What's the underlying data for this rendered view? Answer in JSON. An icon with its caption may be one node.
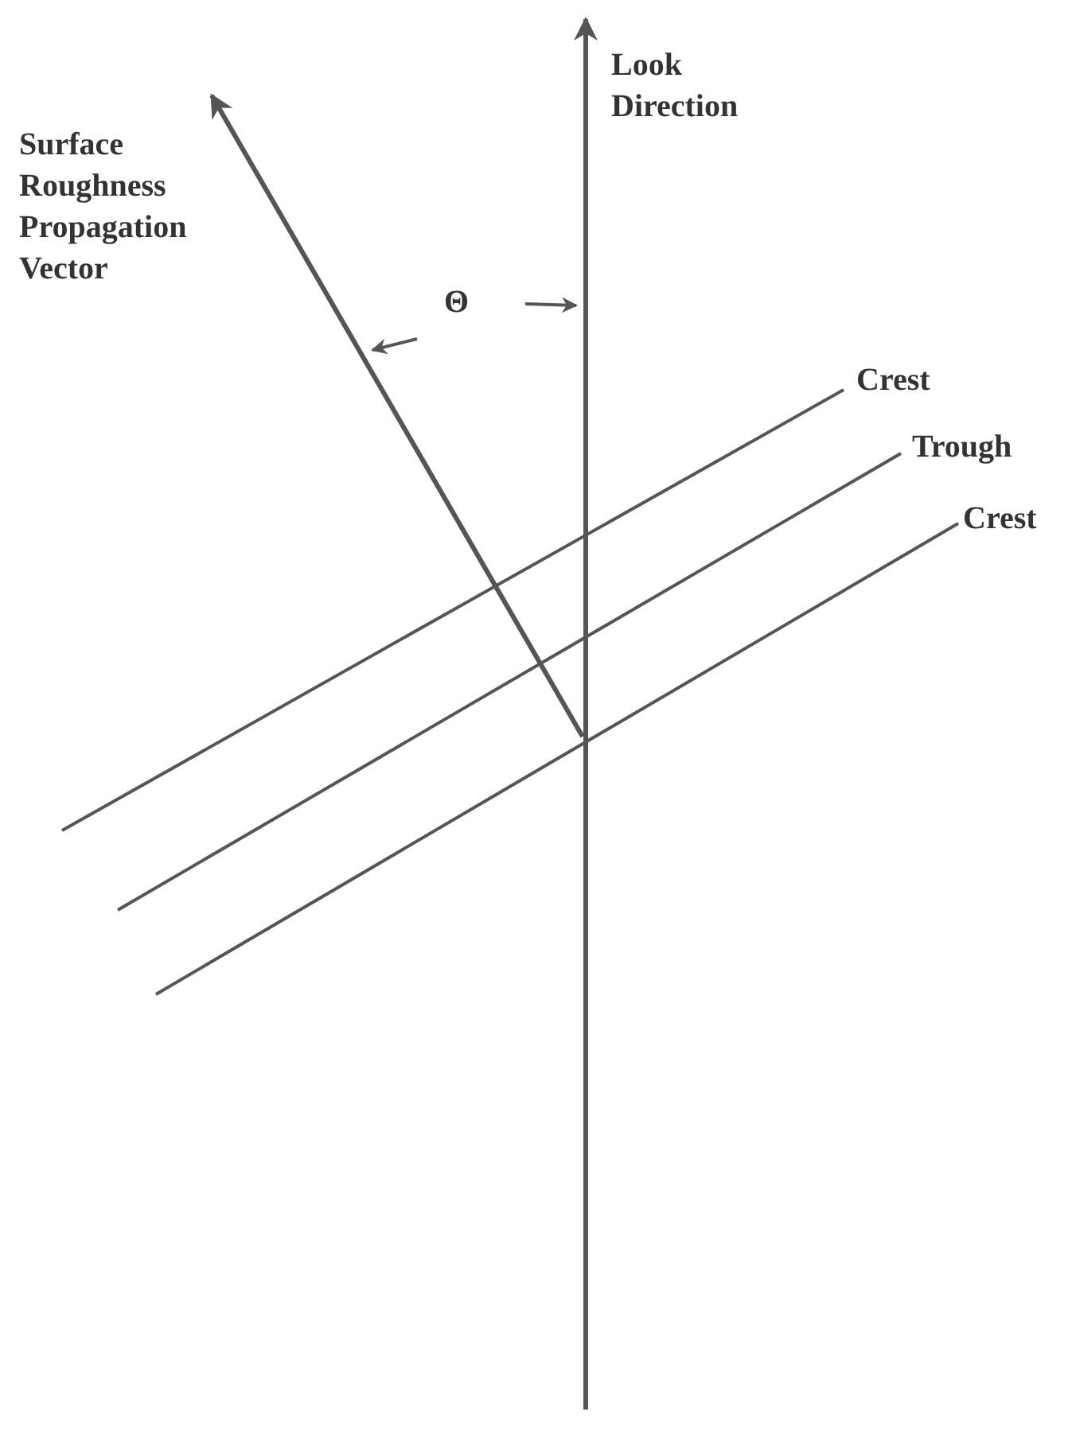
{
  "diagram": {
    "labels": [
      "Look Direction",
      "Surface Roughness Propagation Vector",
      "Θ",
      "Crest",
      "Trough",
      "Crest"
    ]
  }
}
